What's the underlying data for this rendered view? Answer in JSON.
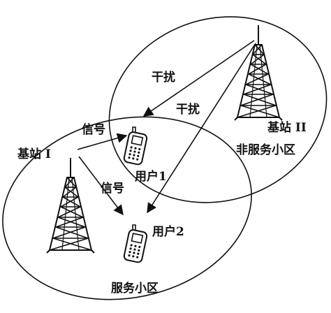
{
  "labels": {
    "interference_1": "干扰",
    "interference_2": "干扰",
    "base_station_2": "基站 II",
    "non_serving_cell": "非服务小区",
    "signal_1": "信号",
    "base_station_1": "基站 I",
    "signal_2": "信号",
    "user_1": "用户1",
    "user_2": "用户2",
    "serving_cell": "服务小区"
  },
  "icons": {
    "tower_1": "cell-tower-icon",
    "tower_2": "cell-tower-icon",
    "phone_1": "mobile-phone-icon",
    "phone_2": "mobile-phone-icon"
  },
  "colors": {
    "stroke": "#111111",
    "background": "#ffffff"
  }
}
